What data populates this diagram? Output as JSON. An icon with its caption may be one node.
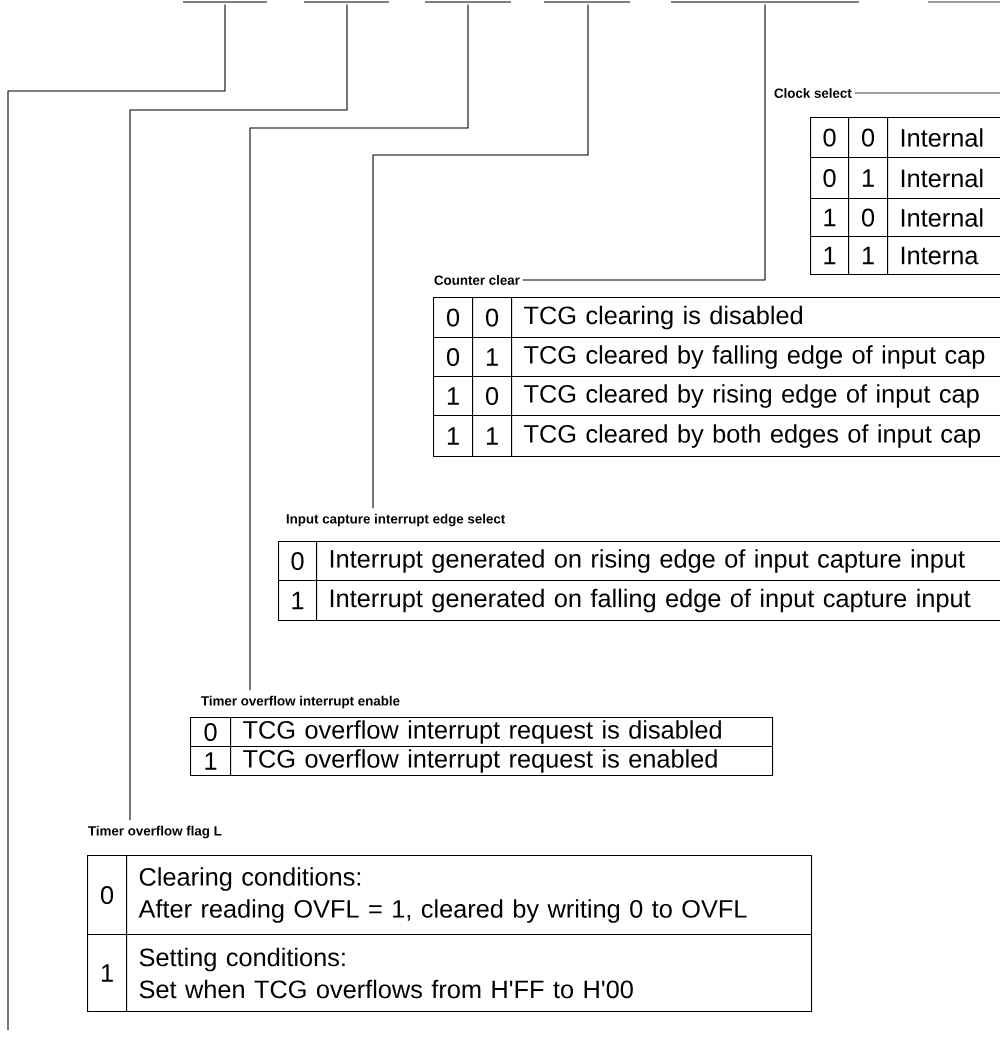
{
  "diagram": {
    "nodes": [
      {
        "text": [],
        "shape": "bar"
      },
      {
        "text": [],
        "shape": "bar"
      },
      {
        "text": [],
        "shape": "bar"
      },
      {
        "text": [],
        "shape": "bar"
      },
      {
        "text": [],
        "shape": "bar"
      },
      {
        "text": [],
        "shape": "bar"
      },
      {
        "text": [
          "Clock select",
          "0",
          "0",
          "Internal",
          "0",
          "1",
          "Internal",
          "1",
          "0",
          "Internal",
          "1",
          "1",
          "Interna"
        ]
      },
      {
        "text": [
          "Counter clear",
          "0",
          "0",
          "TCG clearing is disabled",
          "0",
          "1",
          "TCG cleared by falling edge of input cap",
          "1",
          "0",
          "TCG cleared by rising edge of input cap",
          "1",
          "1",
          "TCG cleared by both edges of input cap"
        ]
      },
      {
        "text": [
          "Input capture interrupt edge select",
          "0",
          "Interrupt generated on rising edge of input capture input",
          "1",
          "Interrupt generated on falling edge of input capture input"
        ]
      },
      {
        "text": [
          "Timer overflow interrupt enable",
          "0",
          "TCG overflow interrupt request is disabled",
          "1",
          "TCG overflow interrupt request is enabled"
        ]
      },
      {
        "text": [
          "Timer overflow flag L",
          "0",
          "Clearing conditions:",
          "After reading OVFL = 1, cleared by writing 0 to OVFL",
          "1",
          "Setting conditions:",
          "Set when TCG overflows from H'FF to H'00"
        ]
      }
    ],
    "edges": [
      {
        "from": 0,
        "to": null,
        "arrow": "none"
      },
      {
        "from": 1,
        "to": 10,
        "arrow": "none"
      },
      {
        "from": 2,
        "to": 9,
        "arrow": "none"
      },
      {
        "from": 3,
        "to": 8,
        "arrow": "none"
      },
      {
        "from": 4,
        "to": 7,
        "arrow": "none"
      },
      {
        "from": null,
        "to": 6,
        "arrow": "none"
      }
    ]
  }
}
